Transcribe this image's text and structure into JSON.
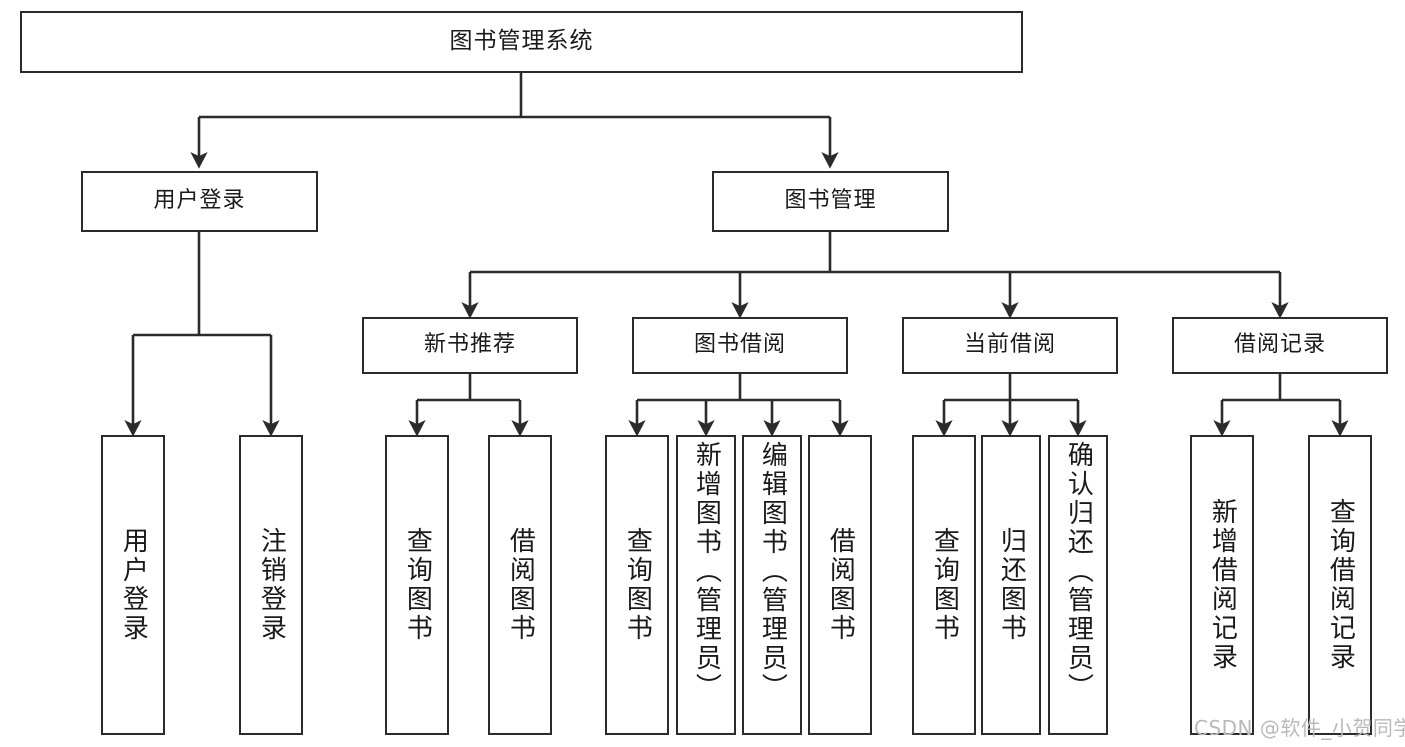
{
  "diagram": {
    "title": "图书管理系统",
    "type": "tree-hierarchy",
    "root": {
      "id": "root",
      "label": "图书管理系统"
    },
    "level1": [
      {
        "id": "user-login",
        "label": "用户登录"
      },
      {
        "id": "book-management",
        "label": "图书管理"
      }
    ],
    "level2": [
      {
        "id": "new-book-recommend",
        "label": "新书推荐",
        "parent": "book-management"
      },
      {
        "id": "book-borrow",
        "label": "图书借阅",
        "parent": "book-management"
      },
      {
        "id": "current-borrow",
        "label": "当前借阅",
        "parent": "book-management"
      },
      {
        "id": "borrow-record",
        "label": "借阅记录",
        "parent": "book-management"
      }
    ],
    "leaves": [
      {
        "id": "leaf-user-login",
        "label": "用户登录",
        "parent": "user-login"
      },
      {
        "id": "leaf-logout-login",
        "label": "注销登录",
        "parent": "user-login"
      },
      {
        "id": "leaf-query-book-1",
        "label": "查询图书",
        "parent": "new-book-recommend"
      },
      {
        "id": "leaf-borrow-book-1",
        "label": "借阅图书",
        "parent": "new-book-recommend"
      },
      {
        "id": "leaf-query-book-2",
        "label": "查询图书",
        "parent": "book-borrow"
      },
      {
        "id": "leaf-add-book",
        "label": "新增图书（管理员）",
        "parent": "book-borrow"
      },
      {
        "id": "leaf-edit-book",
        "label": "编辑图书（管理员）",
        "parent": "book-borrow"
      },
      {
        "id": "leaf-borrow-book-2",
        "label": "借阅图书",
        "parent": "book-borrow"
      },
      {
        "id": "leaf-query-book-3",
        "label": "查询图书",
        "parent": "current-borrow"
      },
      {
        "id": "leaf-return-book",
        "label": "归还图书",
        "parent": "current-borrow"
      },
      {
        "id": "leaf-confirm-return",
        "label": "确认归还（管理员）",
        "parent": "current-borrow"
      },
      {
        "id": "leaf-add-record",
        "label": "新增借阅记录",
        "parent": "borrow-record"
      },
      {
        "id": "leaf-query-record",
        "label": "查询借阅记录",
        "parent": "borrow-record"
      }
    ],
    "colors": {
      "stroke": "#2b2b2b",
      "fill": "#ffffff",
      "text": "#1a1a1a",
      "watermark": "#b9b9b9"
    }
  },
  "watermark": {
    "text": "CSDN @软件_小贺同学"
  }
}
